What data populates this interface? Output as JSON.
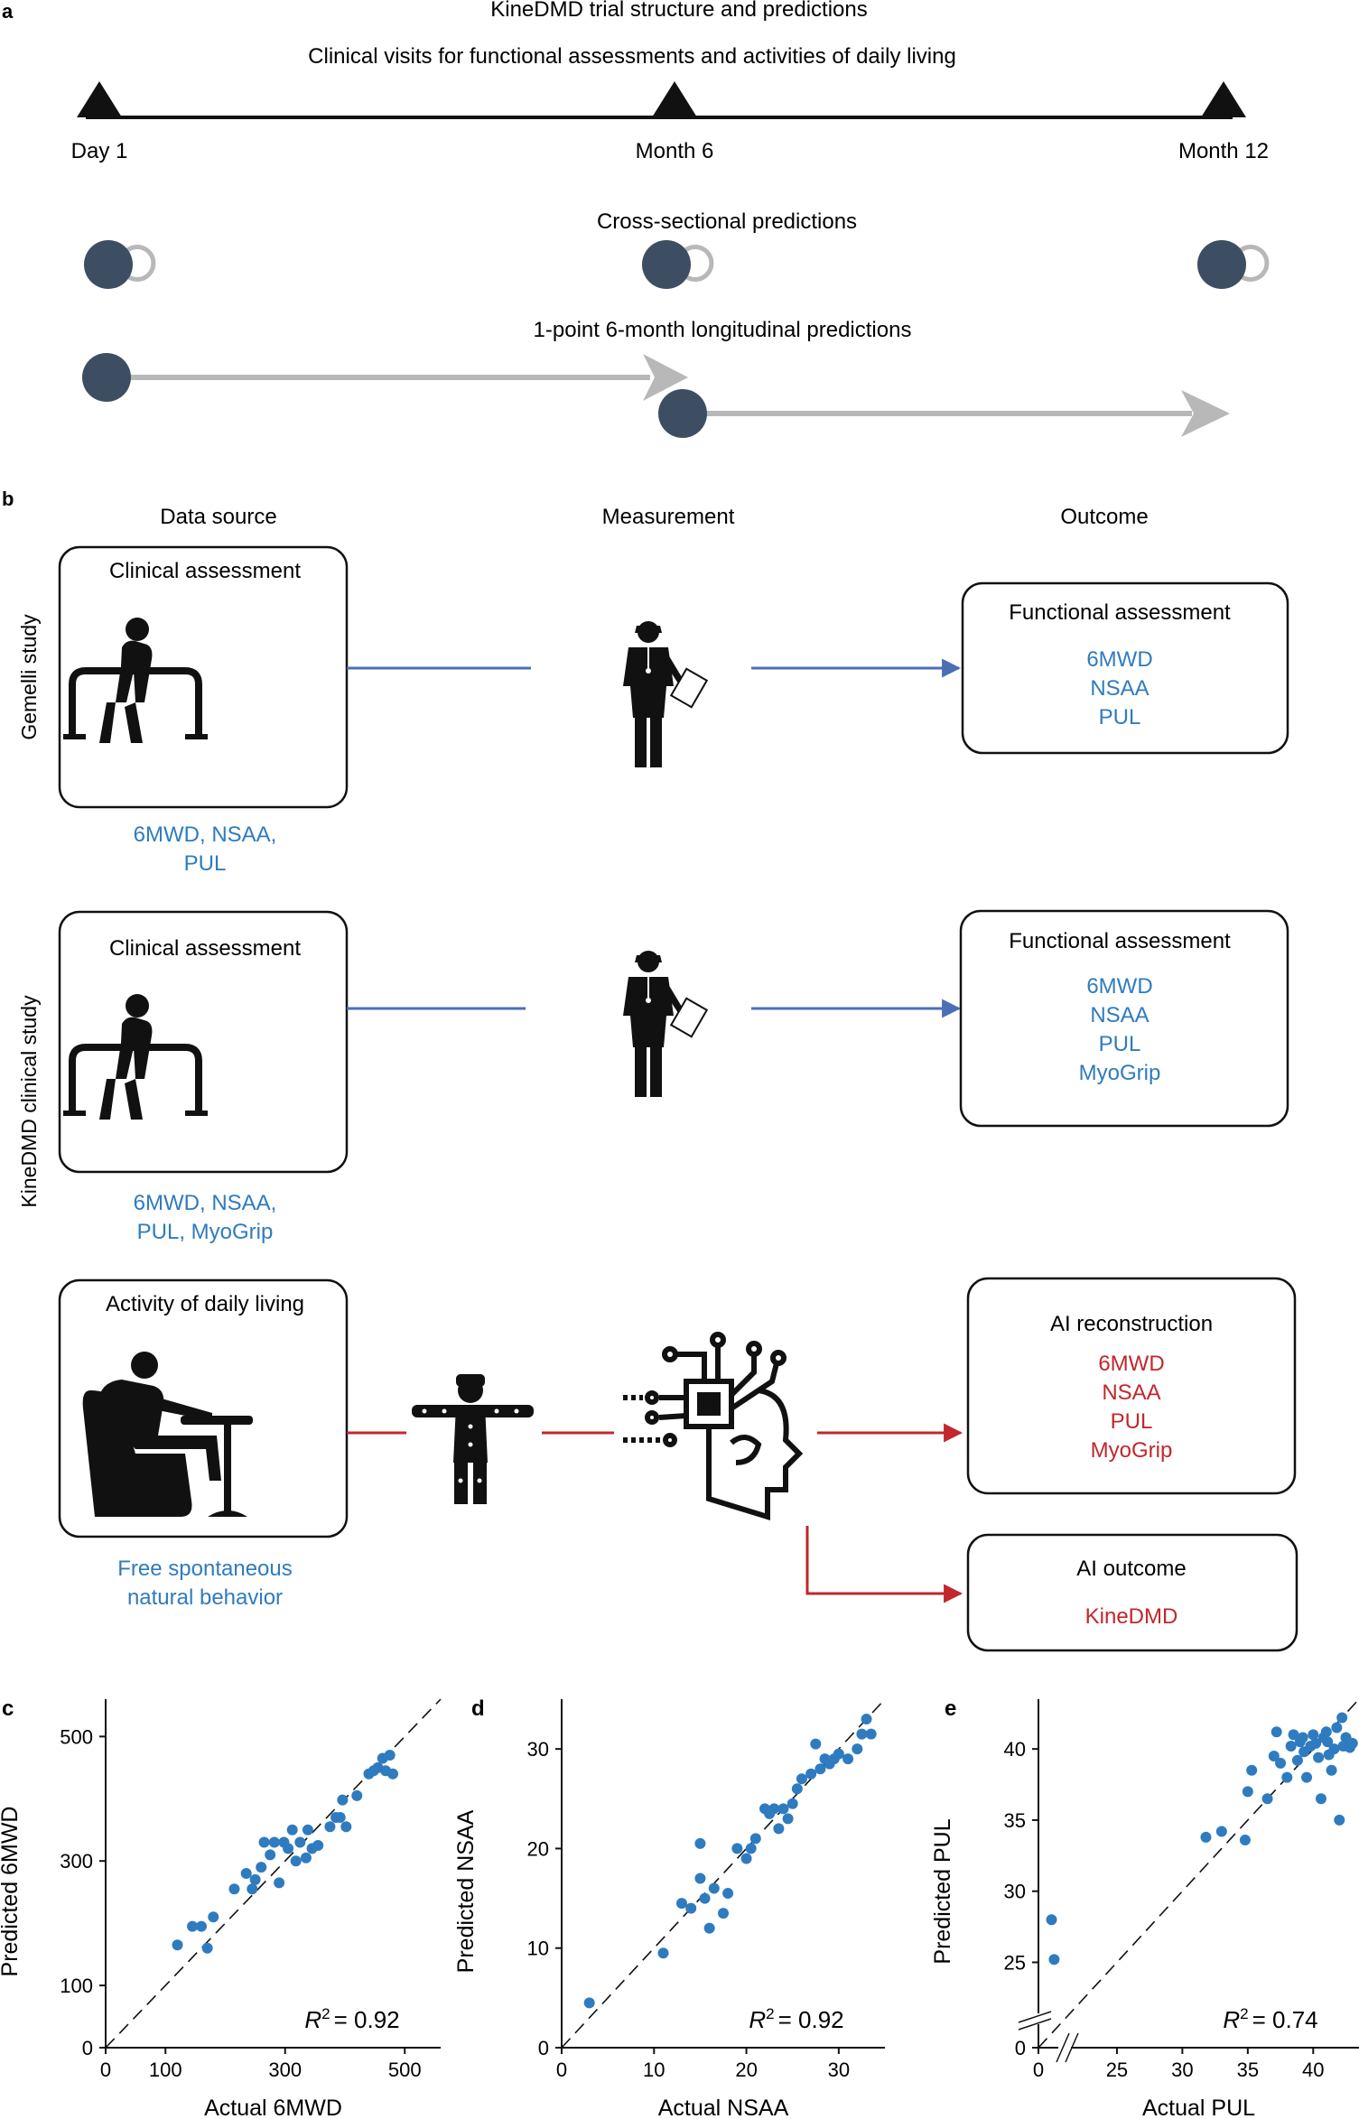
{
  "panel_a": {
    "letter": "a",
    "title": "KineDMD trial structure and predictions",
    "subtitle": "Clinical visits for functional assessments and activities of daily living",
    "visits": [
      "Day 1",
      "Month 6",
      "Month 12"
    ],
    "cross_sectional_label": "Cross-sectional predictions",
    "longitudinal_label": "1-point 6-month longitudinal predictions"
  },
  "panel_b": {
    "letter": "b",
    "col_data_source": "Data source",
    "col_measurement": "Measurement",
    "col_outcome": "Outcome",
    "study_gemelli": "Gemelli study",
    "study_kinedmd": "KineDMD clinical study",
    "row1": {
      "source_title": "Clinical assessment",
      "source_caption_1": "6MWD, NSAA,",
      "source_caption_2": "PUL",
      "outcome_title": "Functional assessment",
      "outcome_items": [
        "6MWD",
        "NSAA",
        "PUL"
      ]
    },
    "row2": {
      "source_title": "Clinical assessment",
      "source_caption_1": "6MWD, NSAA,",
      "source_caption_2": "PUL, MyoGrip",
      "outcome_title": "Functional assessment",
      "outcome_items": [
        "6MWD",
        "NSAA",
        "PUL",
        "MyoGrip"
      ]
    },
    "row3": {
      "source_title": "Activity of daily living",
      "source_caption_1": "Free spontaneous",
      "source_caption_2": "natural behavior",
      "outcome_title": "AI reconstruction",
      "outcome_items": [
        "6MWD",
        "NSAA",
        "PUL",
        "MyoGrip"
      ],
      "outcome2_title": "AI outcome",
      "outcome2_item": "KineDMD"
    }
  },
  "colors": {
    "blue": "#2f7bbf",
    "red": "#c1272d",
    "dot": "#3d4e63",
    "arrow_gray": "#b8b8b8",
    "line_blue": "#4a6fb5"
  },
  "chart_data": [
    {
      "letter": "c",
      "type": "scatter",
      "xlabel": "Actual 6MWD",
      "ylabel": "Predicted 6MWD",
      "annotation": "= 0.92",
      "xlim": [
        0,
        560
      ],
      "ylim": [
        0,
        560
      ],
      "xticks": [
        0,
        100,
        300,
        500
      ],
      "yticks": [
        0,
        100,
        300,
        500
      ],
      "points": [
        [
          120,
          165
        ],
        [
          145,
          195
        ],
        [
          160,
          195
        ],
        [
          170,
          160
        ],
        [
          180,
          210
        ],
        [
          215,
          255
        ],
        [
          235,
          280
        ],
        [
          245,
          255
        ],
        [
          250,
          270
        ],
        [
          260,
          290
        ],
        [
          265,
          330
        ],
        [
          275,
          310
        ],
        [
          282,
          330
        ],
        [
          290,
          265
        ],
        [
          298,
          330
        ],
        [
          305,
          320
        ],
        [
          312,
          350
        ],
        [
          318,
          300
        ],
        [
          325,
          330
        ],
        [
          335,
          305
        ],
        [
          338,
          350
        ],
        [
          345,
          320
        ],
        [
          355,
          325
        ],
        [
          375,
          355
        ],
        [
          385,
          370
        ],
        [
          392,
          370
        ],
        [
          396,
          398
        ],
        [
          402,
          355
        ],
        [
          420,
          405
        ],
        [
          440,
          440
        ],
        [
          448,
          445
        ],
        [
          455,
          450
        ],
        [
          463,
          465
        ],
        [
          468,
          445
        ],
        [
          475,
          470
        ],
        [
          480,
          440
        ]
      ]
    },
    {
      "letter": "d",
      "type": "scatter",
      "xlabel": "Actual NSAA",
      "ylabel": "Predicted NSAA",
      "annotation": "= 0.92",
      "xlim": [
        0,
        35
      ],
      "ylim": [
        0,
        35
      ],
      "xticks": [
        0,
        10,
        20,
        30
      ],
      "yticks": [
        0,
        10,
        20,
        30
      ],
      "points": [
        [
          3,
          4.5
        ],
        [
          11,
          9.5
        ],
        [
          13,
          14.5
        ],
        [
          14,
          14
        ],
        [
          15,
          17
        ],
        [
          15,
          20.5
        ],
        [
          15.5,
          15
        ],
        [
          16,
          12
        ],
        [
          16.5,
          16
        ],
        [
          17.5,
          13.5
        ],
        [
          18,
          15.5
        ],
        [
          19,
          20
        ],
        [
          20,
          19
        ],
        [
          20.5,
          20
        ],
        [
          21,
          21
        ],
        [
          22,
          24
        ],
        [
          22.5,
          23.5
        ],
        [
          23,
          24
        ],
        [
          23.5,
          22
        ],
        [
          24,
          24
        ],
        [
          24.5,
          23
        ],
        [
          25,
          24.5
        ],
        [
          25.5,
          26
        ],
        [
          26,
          27
        ],
        [
          27,
          27.5
        ],
        [
          27.5,
          30.5
        ],
        [
          28,
          28
        ],
        [
          28.5,
          29
        ],
        [
          29,
          28.5
        ],
        [
          29.5,
          29
        ],
        [
          30,
          29.5
        ],
        [
          31,
          29
        ],
        [
          32,
          30
        ],
        [
          32.5,
          31.5
        ],
        [
          33,
          33
        ],
        [
          33.5,
          31.5
        ]
      ]
    },
    {
      "letter": "e",
      "type": "scatter",
      "xlabel": "Actual PUL",
      "ylabel": "Predicted PUL",
      "annotation": "= 0.74",
      "xlim": [
        19,
        43.5
      ],
      "ylim": [
        19,
        43.5
      ],
      "xticks": [
        0,
        25,
        30,
        35,
        40
      ],
      "yticks": [
        0,
        25,
        30,
        35,
        40
      ],
      "points": [
        [
          20,
          28
        ],
        [
          20.2,
          25.2
        ],
        [
          31.8,
          33.8
        ],
        [
          33,
          34.2
        ],
        [
          34.8,
          33.6
        ],
        [
          35,
          37
        ],
        [
          35.3,
          38.5
        ],
        [
          36.5,
          36.5
        ],
        [
          37,
          39.5
        ],
        [
          37.2,
          41.2
        ],
        [
          37.5,
          39
        ],
        [
          38,
          38
        ],
        [
          38.3,
          40.2
        ],
        [
          38.5,
          41
        ],
        [
          38.8,
          39.2
        ],
        [
          39,
          40.5
        ],
        [
          39.2,
          40.8
        ],
        [
          39.3,
          39.8
        ],
        [
          39.5,
          38
        ],
        [
          39.8,
          40.2
        ],
        [
          40,
          41
        ],
        [
          40.2,
          40.4
        ],
        [
          40.4,
          39.4
        ],
        [
          40.6,
          36.5
        ],
        [
          40.8,
          40.8
        ],
        [
          41,
          41.2
        ],
        [
          41.1,
          40.5
        ],
        [
          41.2,
          39.6
        ],
        [
          41.4,
          38.5
        ],
        [
          41.6,
          40
        ],
        [
          41.8,
          41.5
        ],
        [
          42,
          35
        ],
        [
          42.2,
          42.2
        ],
        [
          42.3,
          40.2
        ],
        [
          42.5,
          40.8
        ],
        [
          42.8,
          40.1
        ],
        [
          43,
          40.4
        ]
      ]
    }
  ]
}
